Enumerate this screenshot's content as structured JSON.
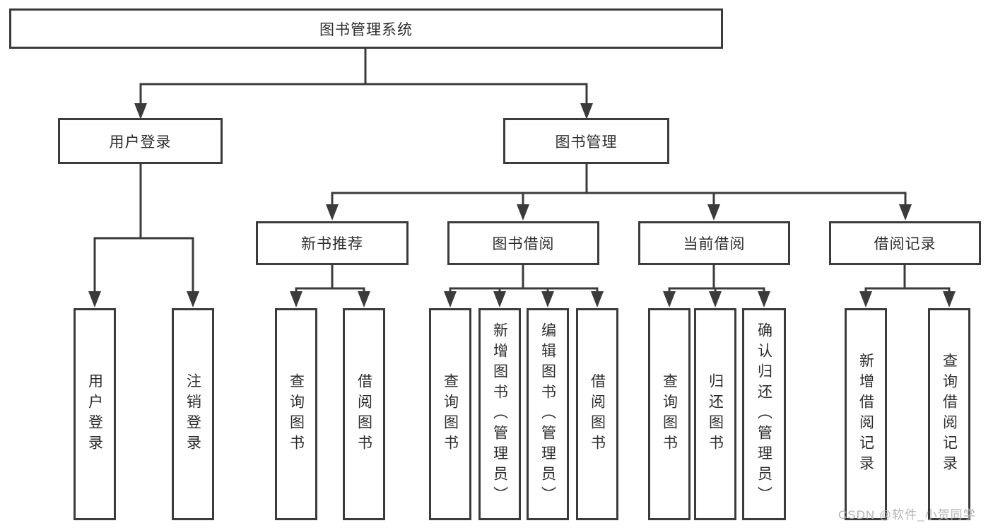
{
  "diagram": {
    "type": "hierarchy-tree",
    "colors": {
      "line": "#3b3b3b",
      "box_border": "#3b3b3b",
      "text": "#2d2d2d",
      "background": "#ffffff",
      "watermark": "#b3b3b3"
    },
    "watermark": "CSDN @软件_小贺同学",
    "root": {
      "label": "图书管理系统"
    },
    "branches": [
      {
        "label": "用户登录",
        "children": [
          {
            "label": "用户登录"
          },
          {
            "label": "注销登录"
          }
        ]
      },
      {
        "label": "图书管理",
        "children": [
          {
            "label": "新书推荐",
            "children": [
              {
                "label": "查询图书"
              },
              {
                "label": "借阅图书"
              }
            ]
          },
          {
            "label": "图书借阅",
            "children": [
              {
                "label": "查询图书"
              },
              {
                "label": "新增图书（管理员）"
              },
              {
                "label": "编辑图书（管理员）"
              },
              {
                "label": "借阅图书"
              }
            ]
          },
          {
            "label": "当前借阅",
            "children": [
              {
                "label": "查询图书"
              },
              {
                "label": "归还图书"
              },
              {
                "label": "确认归还（管理员）"
              }
            ]
          },
          {
            "label": "借阅记录",
            "children": [
              {
                "label": "新增借阅记录"
              },
              {
                "label": "查询借阅记录"
              }
            ]
          }
        ]
      }
    ]
  }
}
